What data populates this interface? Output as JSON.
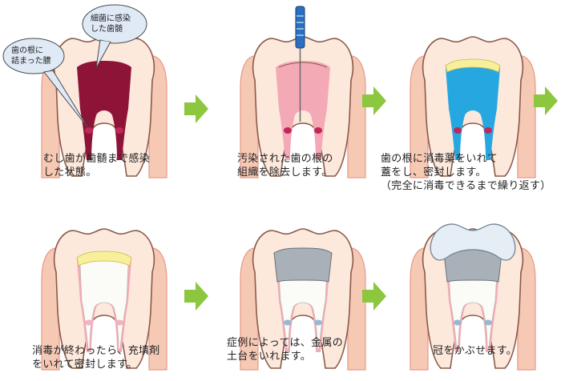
{
  "callouts": {
    "pus": "歯の根に\n詰まった膿",
    "infected_pulp": "細菌に感染\nした歯髄"
  },
  "steps": [
    {
      "caption": "むし歯が歯髄まで感染\nした状態。"
    },
    {
      "caption": "汚染された歯の根の\n組織を除去します。"
    },
    {
      "caption": "歯の根に消毒薬をいれて\n蓋をし、密封します。\n（完全に消毒できるまで繰り返す）"
    },
    {
      "caption": "消毒が終わったら、充填剤\nをいれて密封します。"
    },
    {
      "caption": "症例によっては、金属の\n土台をいれます。"
    },
    {
      "caption": "冠をかぶせます。"
    }
  ],
  "colors": {
    "gum": "#f6c9b4",
    "gum_edge": "#e59a8a",
    "tooth_outer": "#fde8dc",
    "root_canal_pink": "#f4a9b7",
    "infected": "#8e1437",
    "disinfectant": "#27a7e0",
    "cap": "#f7ef9a",
    "filling": "#fbfbf7",
    "metal": "#a9b1b8",
    "crown": "#e6eef5",
    "arrow": "#8dc63f",
    "pus": "#c0285a"
  }
}
